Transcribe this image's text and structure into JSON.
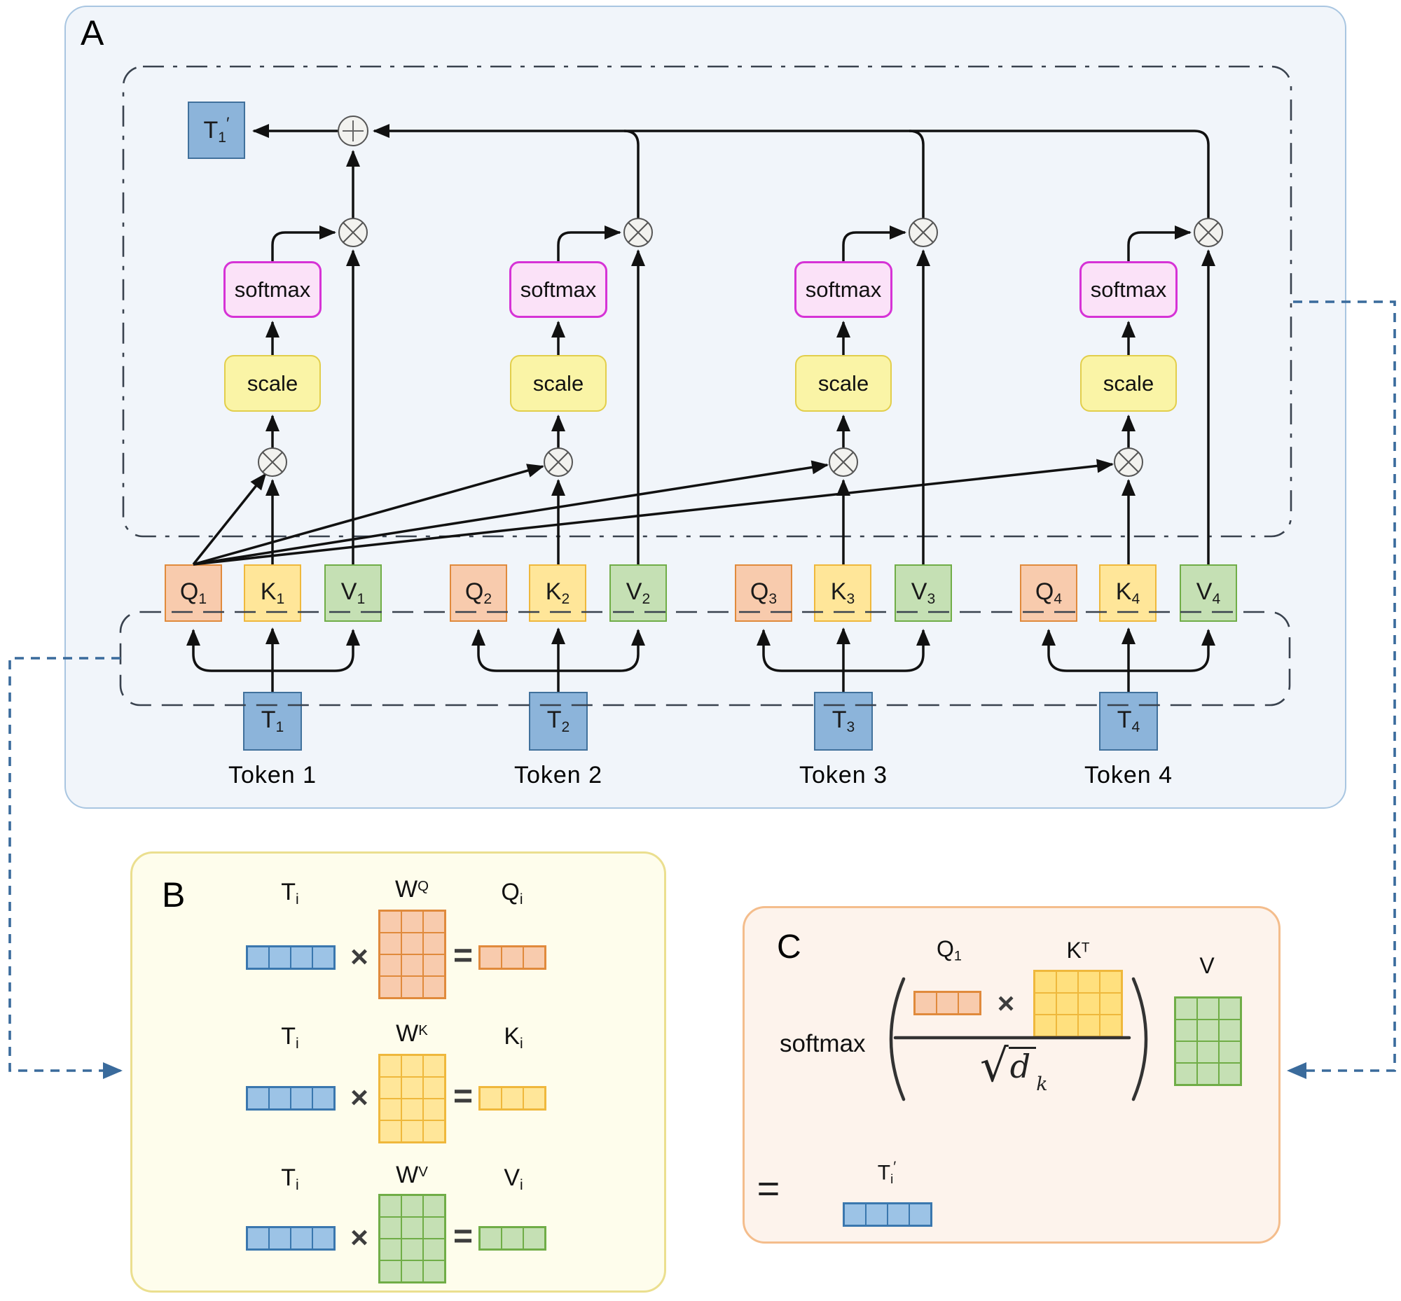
{
  "colors": {
    "panel_a_bg": "#F1F5FA",
    "panel_a_border": "#A9C6E1",
    "panel_b_bg": "#FEFDEC",
    "panel_b_border": "#EBDF8F",
    "panel_c_bg": "#FDF3EC",
    "panel_c_border": "#F4BD8C",
    "q_fill": "#F8CBAD",
    "q_border": "#E08A3C",
    "k_fill": "#FFE699",
    "k_border": "#EFB83C",
    "v_fill": "#C5E0B4",
    "v_border": "#70AD47",
    "t_fill": "#8CB4DA",
    "t_border": "#41719C",
    "softmax_fill": "#FBE2F8",
    "softmax_border": "#D633D6",
    "scale_fill": "#FAF4A6",
    "scale_border": "#E2CE4B",
    "operator_node_fill": "#F2F2EF",
    "operator_node_border": "#555555",
    "wire": "#111111",
    "dashed_box": "#39424E",
    "blue_connector": "#3A6B9C"
  },
  "panelA": {
    "label": "A",
    "output_token": {
      "base": "T",
      "sub": "1",
      "prime": "′"
    },
    "op_softmax": "softmax",
    "op_scale": "scale",
    "columns": [
      {
        "caption": "Token 1",
        "q_base": "Q",
        "q_sub": "1",
        "k_base": "K",
        "k_sub": "1",
        "v_base": "V",
        "v_sub": "1",
        "t_base": "T",
        "t_sub": "1"
      },
      {
        "caption": "Token 2",
        "q_base": "Q",
        "q_sub": "2",
        "k_base": "K",
        "k_sub": "2",
        "v_base": "V",
        "v_sub": "2",
        "t_base": "T",
        "t_sub": "2"
      },
      {
        "caption": "Token 3",
        "q_base": "Q",
        "q_sub": "3",
        "k_base": "K",
        "k_sub": "3",
        "v_base": "V",
        "v_sub": "3",
        "t_base": "T",
        "t_sub": "3"
      },
      {
        "caption": "Token 4",
        "q_base": "Q",
        "q_sub": "4",
        "k_base": "K",
        "k_sub": "4",
        "v_base": "V",
        "v_sub": "4",
        "t_base": "T",
        "t_sub": "4"
      }
    ]
  },
  "panelB": {
    "label": "B",
    "times": "×",
    "equals": "=",
    "rows": [
      {
        "in_base": "T",
        "in_sub": "i",
        "w_base": "W",
        "w_sup": "Q",
        "out_base": "Q",
        "out_sub": "i",
        "in_vec": {
          "rows": 1,
          "cols": 4,
          "fill": "#9CC3E6",
          "border": "#3A77AE"
        },
        "w_mat": {
          "rows": 4,
          "cols": 3,
          "fill": "#F8CBAD",
          "border": "#E08A3C"
        },
        "out_vec": {
          "rows": 1,
          "cols": 3,
          "fill": "#F8CBAD",
          "border": "#E08A3C"
        }
      },
      {
        "in_base": "T",
        "in_sub": "i",
        "w_base": "W",
        "w_sup": "K",
        "out_base": "K",
        "out_sub": "i",
        "in_vec": {
          "rows": 1,
          "cols": 4,
          "fill": "#9CC3E6",
          "border": "#3A77AE"
        },
        "w_mat": {
          "rows": 4,
          "cols": 3,
          "fill": "#FFE699",
          "border": "#EFB83C"
        },
        "out_vec": {
          "rows": 1,
          "cols": 3,
          "fill": "#FFE699",
          "border": "#EFB83C"
        }
      },
      {
        "in_base": "T",
        "in_sub": "i",
        "w_base": "W",
        "w_sup": "V",
        "out_base": "V",
        "out_sub": "i",
        "in_vec": {
          "rows": 1,
          "cols": 4,
          "fill": "#9CC3E6",
          "border": "#3A77AE"
        },
        "w_mat": {
          "rows": 4,
          "cols": 3,
          "fill": "#C5E0B4",
          "border": "#70AD47"
        },
        "out_vec": {
          "rows": 1,
          "cols": 3,
          "fill": "#C5E0B4",
          "border": "#70AD47"
        }
      }
    ]
  },
  "panelC": {
    "label": "C",
    "softmax": "softmax",
    "times": "×",
    "equals": "=",
    "q_base": "Q",
    "q_sub": "1",
    "k_base": "K",
    "k_sup": "T",
    "v_label": "V",
    "sqrt_sign": "√",
    "sqrt_d": "d",
    "sqrt_sub": "k",
    "out_base": "T",
    "out_sub": "i",
    "out_prime": "′",
    "q_vec": {
      "rows": 1,
      "cols": 3,
      "fill": "#F8CBAD",
      "border": "#E08A3C"
    },
    "kt_mat": {
      "rows": 3,
      "cols": 4,
      "fill": "#FFE07E",
      "border": "#EFB83C"
    },
    "v_mat": {
      "rows": 4,
      "cols": 3,
      "fill": "#C5E0B4",
      "border": "#70AD47"
    },
    "out_vec": {
      "rows": 1,
      "cols": 4,
      "fill": "#9CC3E6",
      "border": "#3A77AE"
    }
  }
}
